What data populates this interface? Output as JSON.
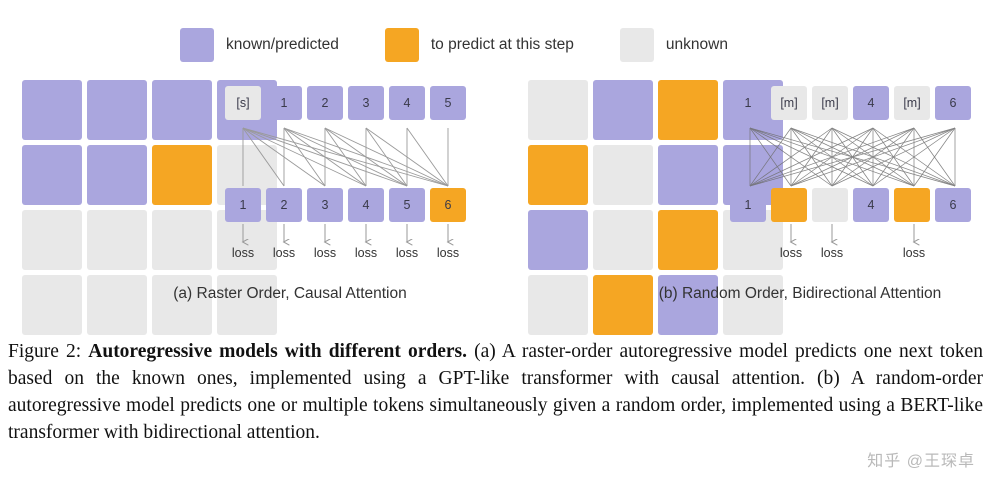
{
  "colors": {
    "known": "#aaa6de",
    "predict": "#f5a623",
    "unknown": "#e8e8e8",
    "line": "#9a9a9a",
    "text": "#3a3a4a"
  },
  "legend": {
    "items": [
      {
        "swatch": "known",
        "label": "known/predicted"
      },
      {
        "swatch": "predict",
        "label": "to predict at this step"
      },
      {
        "swatch": "unknown",
        "label": "unknown"
      }
    ]
  },
  "panels": [
    {
      "id": "a",
      "caption": "(a) Raster Order, Causal Attention",
      "grid": [
        [
          "known",
          "known",
          "known",
          "known"
        ],
        [
          "known",
          "known",
          "predict",
          "unknown"
        ],
        [
          "unknown",
          "unknown",
          "unknown",
          "unknown"
        ],
        [
          "unknown",
          "unknown",
          "unknown",
          "unknown"
        ]
      ],
      "input_tokens": [
        {
          "text": "[s]",
          "state": "unknown"
        },
        {
          "text": "1",
          "state": "known"
        },
        {
          "text": "2",
          "state": "known"
        },
        {
          "text": "3",
          "state": "known"
        },
        {
          "text": "4",
          "state": "known"
        },
        {
          "text": "5",
          "state": "known"
        }
      ],
      "output_tokens": [
        {
          "text": "1",
          "state": "known"
        },
        {
          "text": "2",
          "state": "known"
        },
        {
          "text": "3",
          "state": "known"
        },
        {
          "text": "4",
          "state": "known"
        },
        {
          "text": "5",
          "state": "known"
        },
        {
          "text": "6",
          "state": "predict"
        }
      ],
      "loss_labels": [
        "loss",
        "loss",
        "loss",
        "loss",
        "loss",
        "loss"
      ]
    },
    {
      "id": "b",
      "caption": "(b) Random Order, Bidirectional Attention",
      "grid": [
        [
          "unknown",
          "known",
          "predict",
          "known"
        ],
        [
          "predict",
          "unknown",
          "known",
          "known"
        ],
        [
          "known",
          "unknown",
          "predict",
          "unknown"
        ],
        [
          "unknown",
          "predict",
          "known",
          "unknown"
        ]
      ],
      "input_tokens": [
        {
          "text": "1",
          "state": "known"
        },
        {
          "text": "[m]",
          "state": "unknown"
        },
        {
          "text": "[m]",
          "state": "unknown"
        },
        {
          "text": "4",
          "state": "known"
        },
        {
          "text": "[m]",
          "state": "unknown"
        },
        {
          "text": "6",
          "state": "known"
        }
      ],
      "output_tokens": [
        {
          "text": "1",
          "state": "known"
        },
        {
          "text": "",
          "state": "predict"
        },
        {
          "text": "",
          "state": "unknown"
        },
        {
          "text": "4",
          "state": "known"
        },
        {
          "text": "",
          "state": "predict"
        },
        {
          "text": "6",
          "state": "known"
        }
      ],
      "loss_labels": [
        "loss",
        "loss",
        "loss"
      ]
    }
  ],
  "figure_caption": {
    "label": "Figure 2:",
    "bold_title": "Autoregressive models with different orders.",
    "body": "(a) A raster-order autoregressive model predicts one next token based on the known ones, implemented using a GPT-like transformer with causal attention. (b) A random-order autoregressive model predicts one or multiple tokens simultaneously given a random order, implemented using a BERT-like transformer with bidirectional attention."
  },
  "watermark": "知乎 @王琛卓"
}
